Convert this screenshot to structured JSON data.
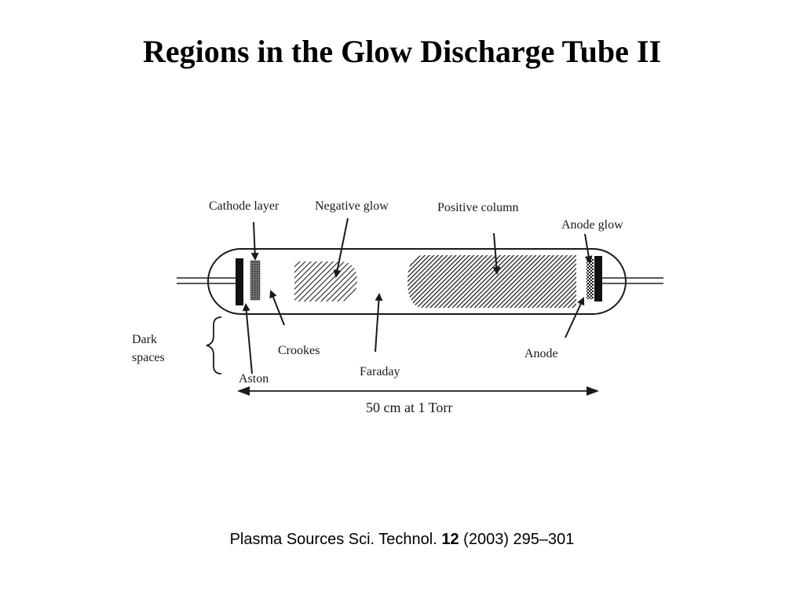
{
  "title": "Regions in the Glow Discharge Tube II",
  "labels": {
    "cathode_layer": "Cathode layer",
    "negative_glow": "Negative glow",
    "positive_column": "Positive column",
    "anode_glow": "Anode glow",
    "dark_spaces_line1": "Dark",
    "dark_spaces_line2": "spaces",
    "crookes": "Crookes",
    "aston": "Aston",
    "faraday": "Faraday",
    "anode": "Anode",
    "scale": "50 cm at 1 Torr"
  },
  "citation": {
    "journal": "Plasma Sources Sci. Technol.",
    "volume": "12",
    "year_pages": "(2003) 295–301"
  }
}
